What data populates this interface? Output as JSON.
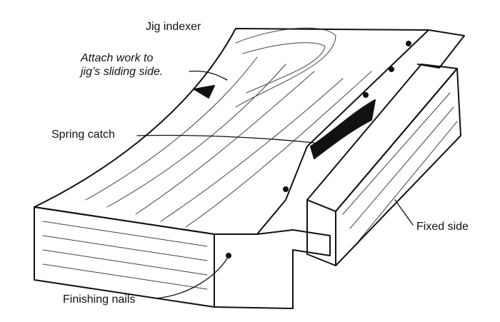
{
  "labels": {
    "title": "Jig indexer",
    "attach_line1": "Attach work to",
    "attach_line2": "jig’s sliding side.",
    "spring_catch": "Spring catch",
    "fixed_side": "Fixed side",
    "finishing_nails": "Finishing nails"
  },
  "colors": {
    "ink": "#111111",
    "paper": "#ffffff"
  }
}
